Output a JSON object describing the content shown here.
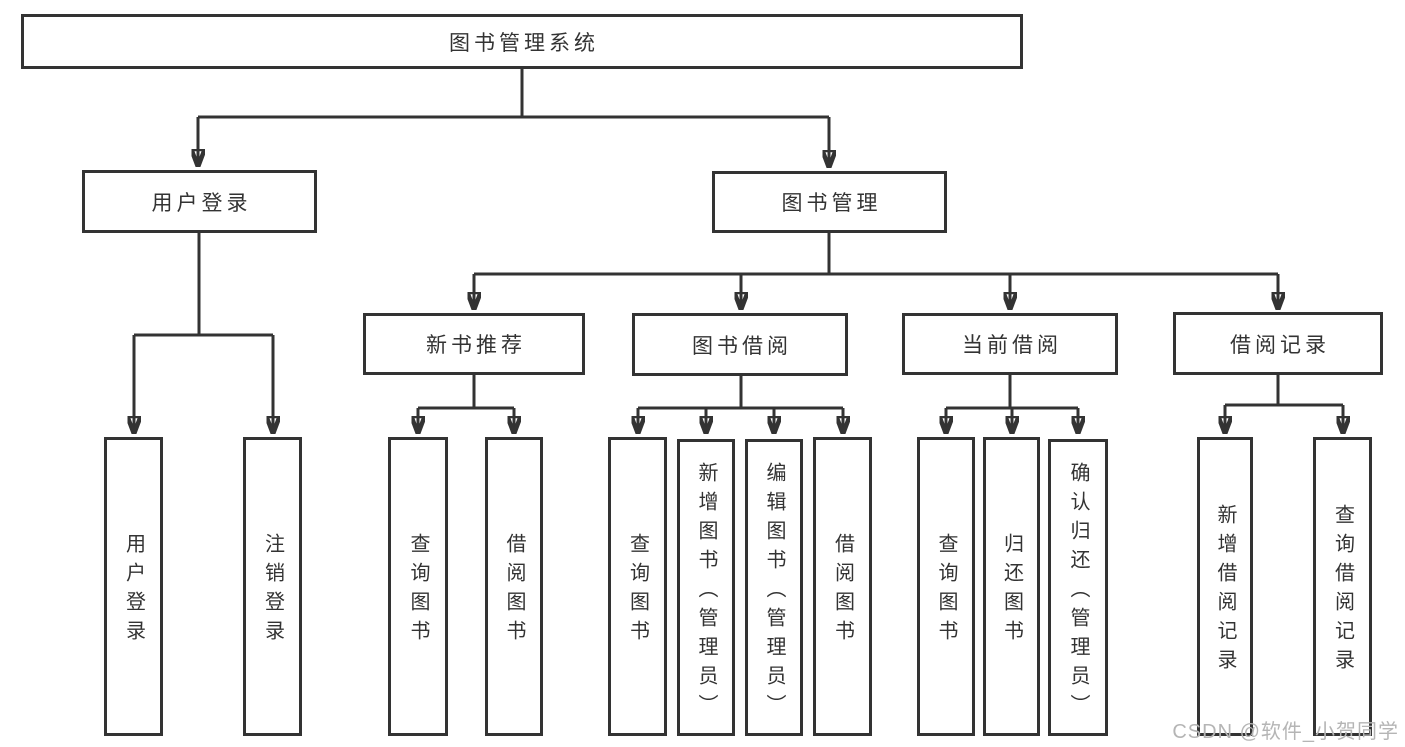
{
  "diagram": {
    "type": "hierarchy-tree",
    "root": {
      "label": "图书管理系统",
      "children": [
        {
          "label": "用户登录",
          "children": [
            {
              "label": "用户登录"
            },
            {
              "label": "注销登录"
            }
          ]
        },
        {
          "label": "图书管理",
          "children": [
            {
              "label": "新书推荐",
              "children": [
                {
                  "label": "查询图书"
                },
                {
                  "label": "借阅图书"
                }
              ]
            },
            {
              "label": "图书借阅",
              "children": [
                {
                  "label": "查询图书"
                },
                {
                  "label": "新增图书（管理员）"
                },
                {
                  "label": "编辑图书（管理员）"
                },
                {
                  "label": "借阅图书"
                }
              ]
            },
            {
              "label": "当前借阅",
              "children": [
                {
                  "label": "查询图书"
                },
                {
                  "label": "归还图书"
                },
                {
                  "label": "确认归还（管理员）"
                }
              ]
            },
            {
              "label": "借阅记录",
              "children": [
                {
                  "label": "新增借阅记录"
                },
                {
                  "label": "查询借阅记录"
                }
              ]
            }
          ]
        }
      ]
    }
  },
  "watermark": {
    "text": "CSDN @软件_小贺同学"
  },
  "colors": {
    "line": "#333333",
    "border": "#333333",
    "text": "#333333",
    "watermark": "#b5b5b5",
    "background": "#ffffff"
  }
}
